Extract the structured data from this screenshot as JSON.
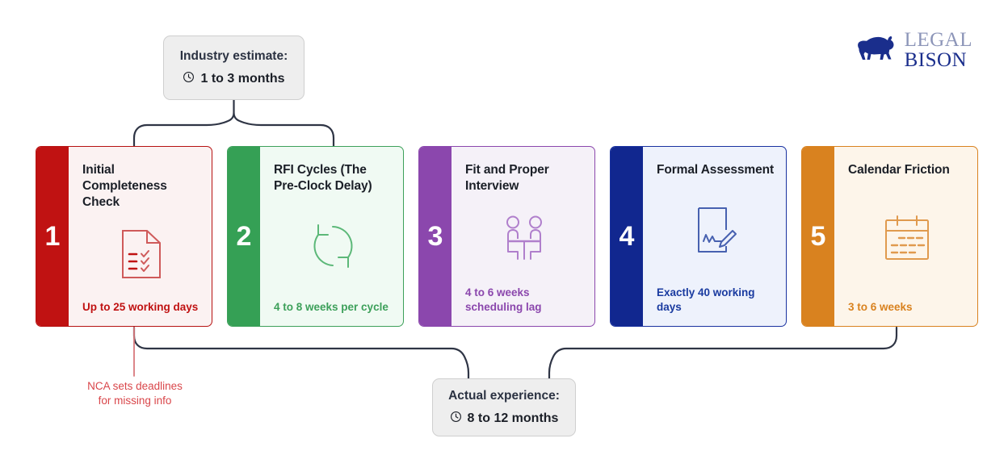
{
  "brand": {
    "logo_icon": "bison-icon",
    "name_line1": "LEGAL",
    "name_line2": "BISON",
    "color_primary": "#1a2e8c",
    "color_secondary": "#8c95b8"
  },
  "callouts": {
    "top": {
      "label": "Industry estimate:",
      "icon": "clock-icon",
      "value": "1 to 3 months"
    },
    "bottom": {
      "label": "Actual experience:",
      "icon": "clock-icon",
      "value": "8 to 12 months"
    }
  },
  "footnote": {
    "line1": "NCA sets deadlines",
    "line2": "for missing info",
    "color": "#d9464a"
  },
  "steps": [
    {
      "number": "1",
      "title": "Initial Completeness Check",
      "duration": "Up to 25 working days",
      "icon": "document-checklist-icon",
      "accent": "#c01212",
      "background": "#fbf2f2"
    },
    {
      "number": "2",
      "title": "RFI Cycles (The Pre-Clock Delay)",
      "duration": "4 to 8 weeks per cycle",
      "icon": "refresh-cycle-icon",
      "accent": "#35a055",
      "background": "#f0faf3"
    },
    {
      "number": "3",
      "title": "Fit and Proper Interview",
      "duration": "4 to 6 weeks scheduling lag",
      "icon": "interview-people-icon",
      "accent": "#8b47ad",
      "background": "#f5f1f8"
    },
    {
      "number": "4",
      "title": "Formal Assessment",
      "duration": "Exactly 40 working days",
      "icon": "signature-document-icon",
      "accent": "#11278f",
      "background": "#eef2fc"
    },
    {
      "number": "5",
      "title": "Calendar Friction",
      "duration": "3 to 6 weeks",
      "icon": "calendar-icon",
      "accent": "#d9821f",
      "background": "#fdf5ea"
    }
  ],
  "connectors": {
    "color": "#2f3545",
    "footnote_line_color": "#d9797c"
  }
}
